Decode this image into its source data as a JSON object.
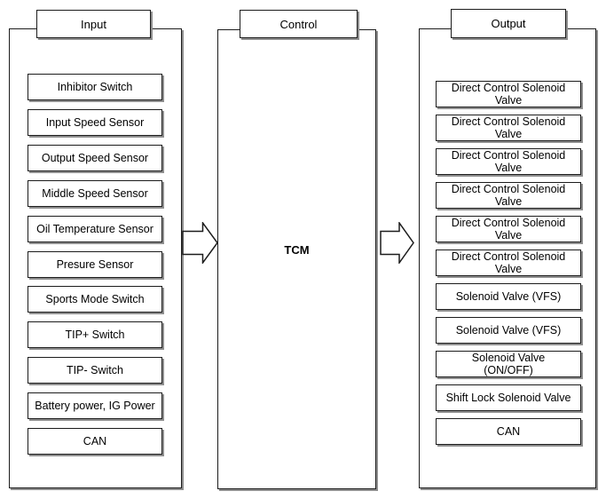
{
  "input": {
    "title": "Input",
    "items": [
      "Inhibitor Switch",
      "Input Speed Sensor",
      "Output Speed Sensor",
      "Middle Speed Sensor",
      "Oil Temperature Sensor",
      "Presure Sensor",
      "Sports Mode Switch",
      "TIP+ Switch",
      "TIP- Switch",
      "Battery power, IG Power",
      "CAN"
    ]
  },
  "control": {
    "title": "Control",
    "unit_label": "TCM"
  },
  "output": {
    "title": "Output",
    "items": [
      "Direct Control Solenoid Valve",
      "Direct Control Solenoid Valve",
      "Direct Control Solenoid Valve",
      "Direct Control Solenoid Valve",
      "Direct Control Solenoid Valve",
      "Direct Control Solenoid Valve",
      "Solenoid Valve (VFS)",
      "Solenoid Valve (VFS)",
      "Solenoid Valve\n(ON/OFF)",
      "Shift Lock Solenoid Valve",
      "CAN"
    ]
  },
  "arrows": {
    "input_to_control": "right-block-arrow",
    "control_to_output": "right-block-arrow"
  },
  "colors": {
    "background": "#ffffff",
    "line": "#1c1c1c",
    "shadow": "#8f8f8f",
    "text": "#000000"
  }
}
